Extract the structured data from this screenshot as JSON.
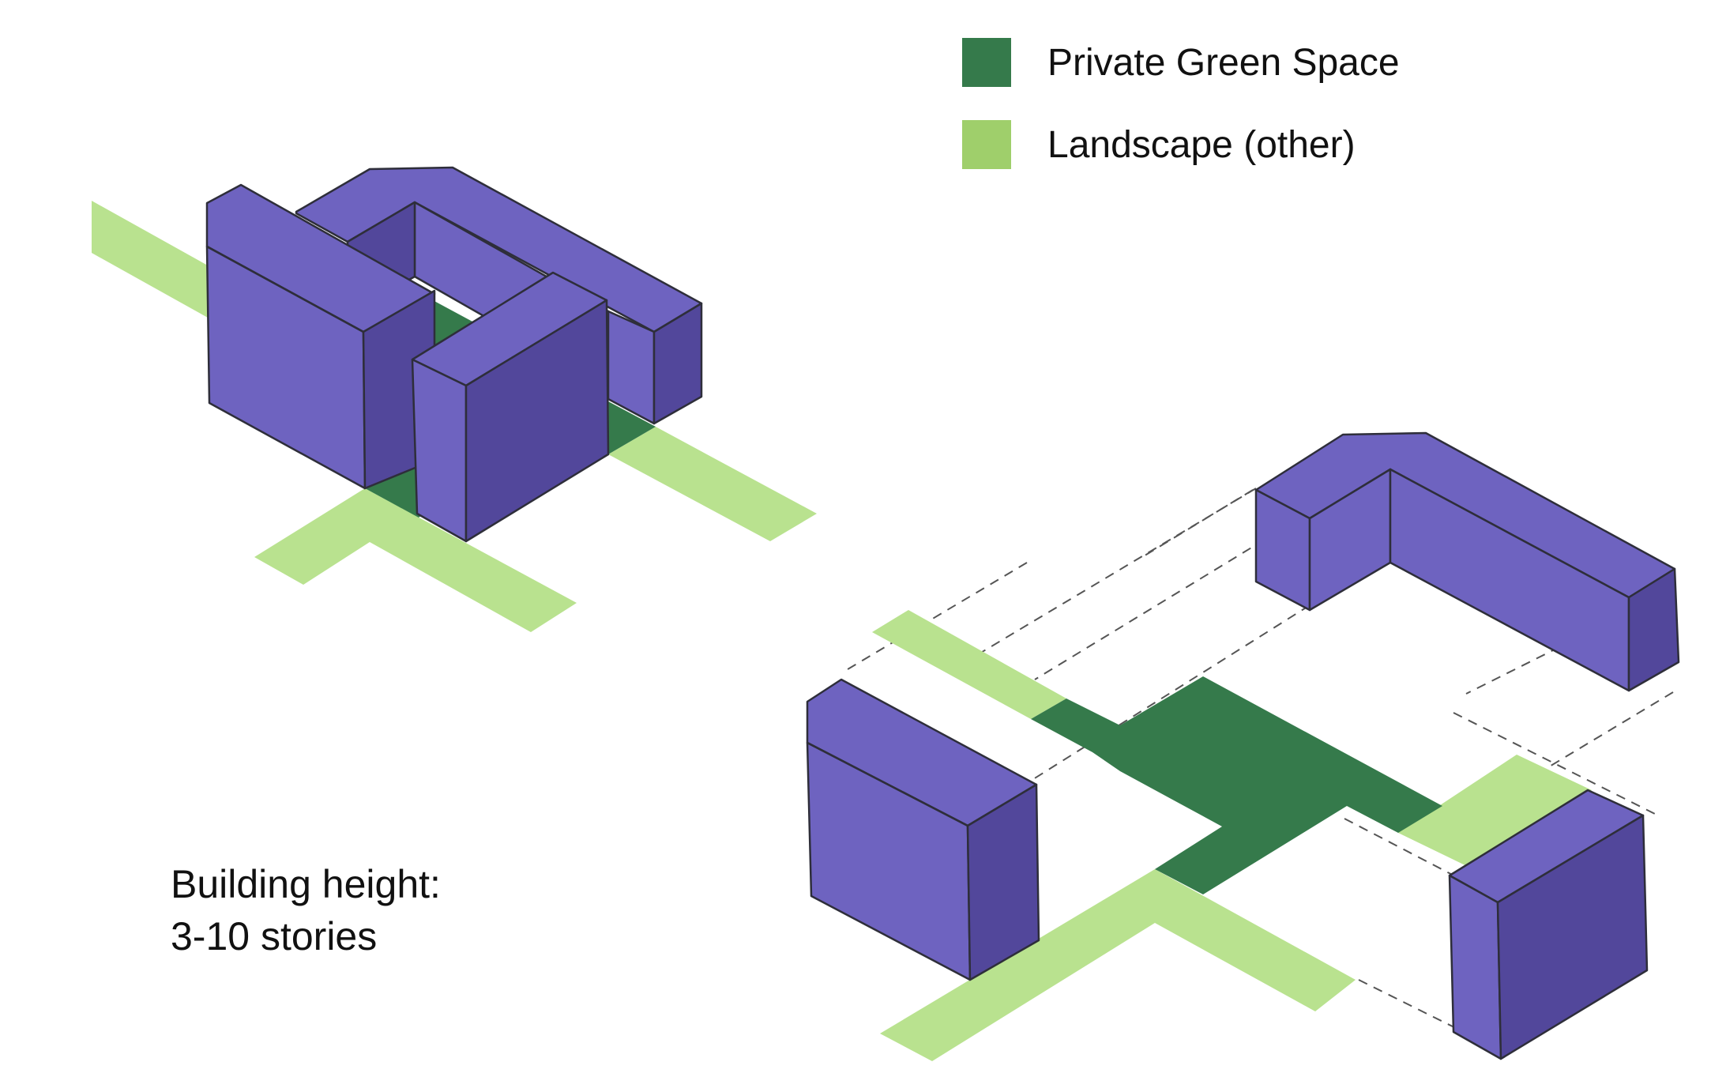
{
  "legend": {
    "items": [
      {
        "label": "Private Green Space",
        "color": "#357a4b"
      },
      {
        "label": "Landscape (other)",
        "color": "#9fcf6b"
      }
    ]
  },
  "caption": {
    "line1": "Building height:",
    "line2": "3-10 stories"
  },
  "colors": {
    "building_face": "#6e63c0",
    "building_side": "#52479b",
    "path_light": "#b9e28f",
    "private_green": "#357a4b",
    "outline": "#2e2e3a",
    "guide_line": "#555555"
  }
}
